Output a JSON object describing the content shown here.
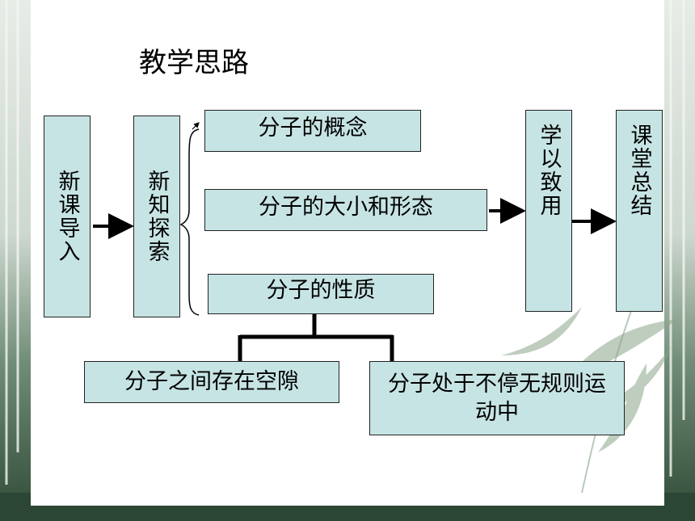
{
  "title": "教学思路",
  "boxes": {
    "intro": "新课导入",
    "explore": "新知探索",
    "concept": "分子的概念",
    "size_shape": "分子的大小和形态",
    "properties": "分子的性质",
    "gaps": "分子之间存在空隙",
    "motion": "分子处于不停无规则运动中",
    "apply": "学以致用",
    "summary": "课堂总结"
  },
  "colors": {
    "box_fill": "#c7e4e4",
    "border": "#222222"
  }
}
